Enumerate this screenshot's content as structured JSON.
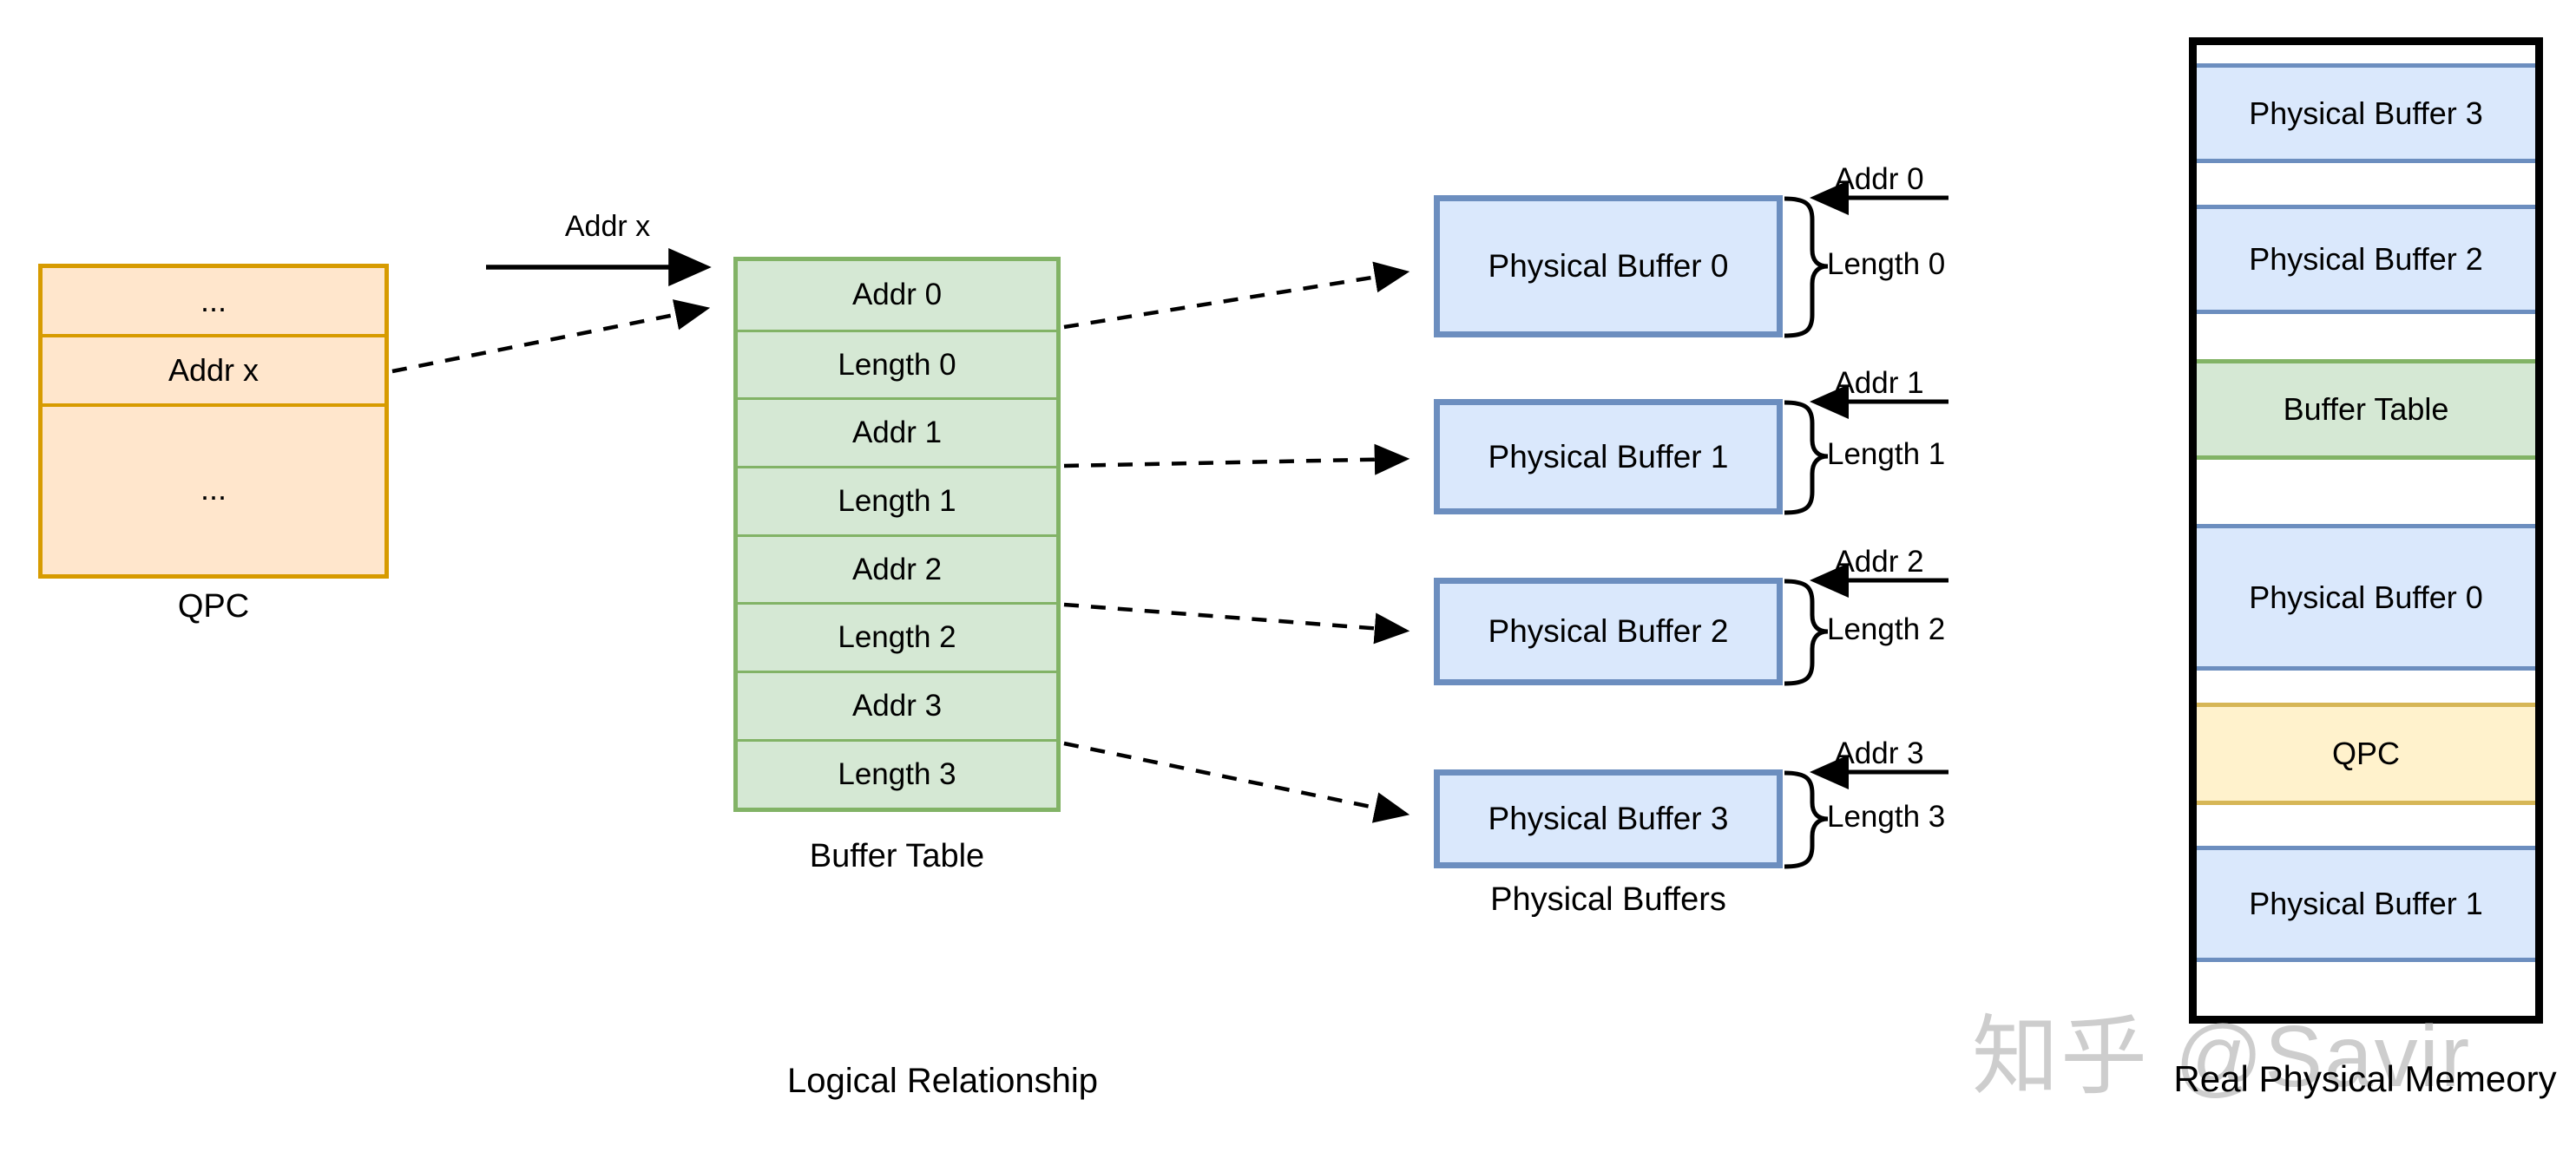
{
  "qpc": {
    "rows": [
      "...",
      "Addr x",
      "..."
    ],
    "label": "QPC"
  },
  "arrow_addr_x": {
    "label": "Addr x"
  },
  "buffer_table": {
    "rows": [
      "Addr 0",
      "Length 0",
      "Addr 1",
      "Length 1",
      "Addr 2",
      "Length 2",
      "Addr 3",
      "Length 3"
    ],
    "label": "Buffer Table"
  },
  "physical_buffers": {
    "label": "Physical Buffers",
    "items": [
      {
        "title": "Physical Buffer 0",
        "addr_label": "Addr 0",
        "length_label": "Length 0"
      },
      {
        "title": "Physical Buffer 1",
        "addr_label": "Addr 1",
        "length_label": "Length 1"
      },
      {
        "title": "Physical Buffer 2",
        "addr_label": "Addr 2",
        "length_label": "Length 2"
      },
      {
        "title": "Physical Buffer 3",
        "addr_label": "Addr 3",
        "length_label": "Length 3"
      }
    ]
  },
  "memory_column": {
    "segments": [
      {
        "label": "Physical Buffer 3",
        "type": "buffer"
      },
      {
        "label": "Physical Buffer 2",
        "type": "buffer"
      },
      {
        "label": "Buffer Table",
        "type": "table"
      },
      {
        "label": "Physical Buffer 0",
        "type": "buffer"
      },
      {
        "label": "QPC",
        "type": "qpc"
      },
      {
        "label": "Physical Buffer 1",
        "type": "buffer"
      }
    ],
    "label": "Real Physical Memeory"
  },
  "captions": {
    "logical_relationship": "Logical Relationship"
  },
  "watermark": {
    "text": "知乎 @Savir"
  },
  "colors": {
    "qpc_fill": "#FFE6CC",
    "qpc_stroke": "#D79B00",
    "table_fill": "#D5E8D4",
    "table_stroke": "#82B366",
    "buffer_fill": "#DAE8FC",
    "buffer_stroke": "#6C8EBF",
    "qpc_mem_fill": "#FFF2CC",
    "qpc_mem_stroke": "#D6B656",
    "memory_border": "#000000",
    "watermark": "#CDCDCD"
  }
}
